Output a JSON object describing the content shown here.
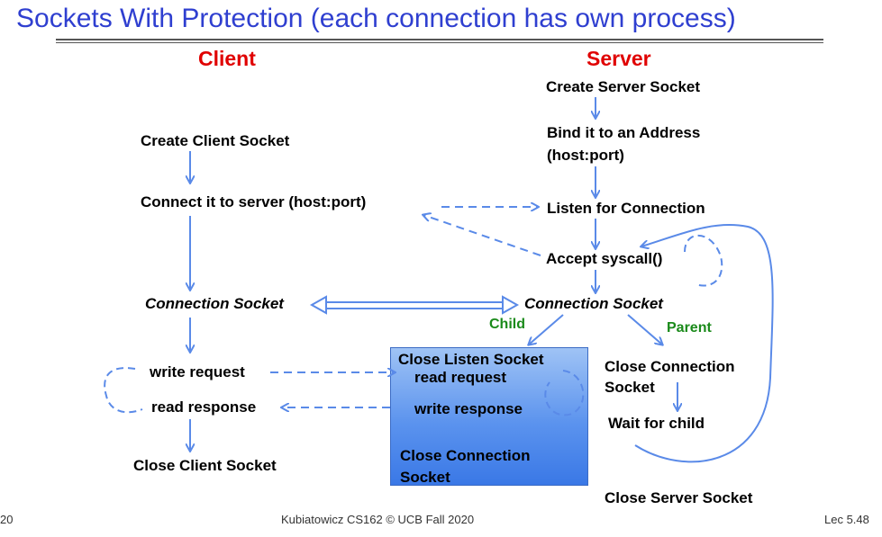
{
  "title": "Sockets With Protection (each connection has own process)",
  "headers": {
    "client": "Client",
    "server": "Server"
  },
  "client": {
    "create": "Create Client Socket",
    "connect": "Connect it to server (host:port)",
    "conn_socket": "Connection Socket",
    "write_request": "write request",
    "read_response": "read response",
    "close": "Close Client Socket"
  },
  "server": {
    "create": "Create Server Socket",
    "bind_line1": "Bind it to an Address",
    "bind_line2": "(host:port)",
    "listen": "Listen for Connection",
    "accept": "Accept syscall()",
    "conn_socket": "Connection Socket",
    "child": "Child",
    "parent": "Parent",
    "close_conn_line1": "Close Connection",
    "close_conn_line2": "Socket",
    "wait_child": "Wait for child",
    "close_server": "Close Server Socket"
  },
  "child_box": {
    "close_listen": "Close Listen Socket",
    "read_request": "read request",
    "write_response": "write response",
    "close_conn_line1": "Close Connection",
    "close_conn_line2": "Socket"
  },
  "footer": {
    "left": "20",
    "center": "Kubiatowicz CS162 © UCB Fall 2020",
    "right": "Lec 5.48"
  },
  "colors": {
    "title": "#2f3fd0",
    "header": "#e00000",
    "arrow": "#5a8ae8",
    "child_parent": "#1a8a1a",
    "box": "#5b93ee"
  }
}
